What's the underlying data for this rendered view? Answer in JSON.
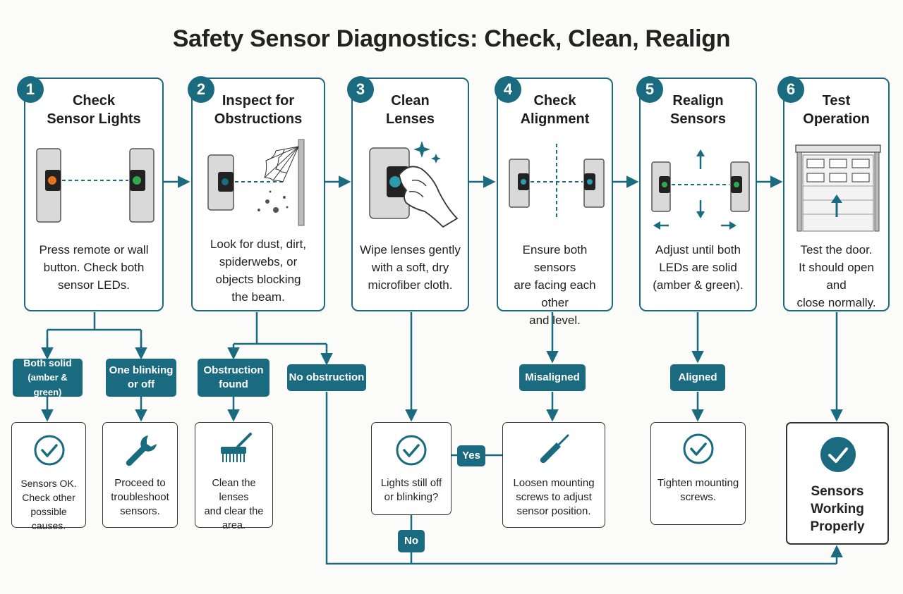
{
  "title": "Safety Sensor Diagnostics: Check, Clean, Realign",
  "colors": {
    "accent": "#1a6b80",
    "amber_led": "#e8731c",
    "green_led": "#2fa84f"
  },
  "steps": [
    {
      "number": "1",
      "title_line1": "Check",
      "title_line2": "Sensor Lights",
      "desc_line1": "Press remote or wall",
      "desc_line2": "button. Check both",
      "desc_line3": "sensor LEDs."
    },
    {
      "number": "2",
      "title_line1": "Inspect for",
      "title_line2": "Obstructions",
      "desc_line1": "Look for dust, dirt,",
      "desc_line2": "spiderwebs, or",
      "desc_line3": "objects blocking",
      "desc_line4": "the beam."
    },
    {
      "number": "3",
      "title_line1": "Clean",
      "title_line2": "Lenses",
      "desc_line1": "Wipe lenses gently",
      "desc_line2": "with a soft, dry",
      "desc_line3": "microfiber cloth."
    },
    {
      "number": "4",
      "title_line1": "Check",
      "title_line2": "Alignment",
      "desc_line1": "Ensure both sensors",
      "desc_line2": "are facing each other",
      "desc_line3": "and level."
    },
    {
      "number": "5",
      "title_line1": "Realign",
      "title_line2": "Sensors",
      "desc_line1": "Adjust until both",
      "desc_line2": "LEDs are solid",
      "desc_line3": "(amber & green)."
    },
    {
      "number": "6",
      "title_line1": "Test",
      "title_line2": "Operation",
      "desc_line1": "Test the door.",
      "desc_line2": "It should open and",
      "desc_line3": "close normally."
    }
  ],
  "branches": {
    "both_solid_line1": "Both solid",
    "both_solid_line2": "(amber & green)",
    "one_blinking_line1": "One blinking",
    "one_blinking_line2": "or off",
    "obstruction_line1": "Obstruction",
    "obstruction_line2": "found",
    "no_obstruction": "No obstruction",
    "misaligned": "Misaligned",
    "aligned": "Aligned",
    "yes": "Yes",
    "no": "No"
  },
  "outcomes": {
    "sensors_ok": [
      "Sensors OK.",
      "Check other",
      "possible causes."
    ],
    "troubleshoot": [
      "Proceed to",
      "troubleshoot",
      "sensors."
    ],
    "clean_area": [
      "Clean the lenses",
      "and clear the",
      "area."
    ],
    "lights_still_off": [
      "Lights still off",
      "or blinking?"
    ],
    "loosen": [
      "Loosen mounting",
      "screws to adjust",
      "sensor position."
    ],
    "tighten": [
      "Tighten mounting",
      "screws."
    ],
    "working": [
      "Sensors",
      "Working",
      "Properly"
    ]
  },
  "icons": [
    "check-circle-icon",
    "wrench-icon",
    "brush-icon",
    "screwdriver-icon",
    "check-circle-filled-icon",
    "arrow-icon"
  ]
}
